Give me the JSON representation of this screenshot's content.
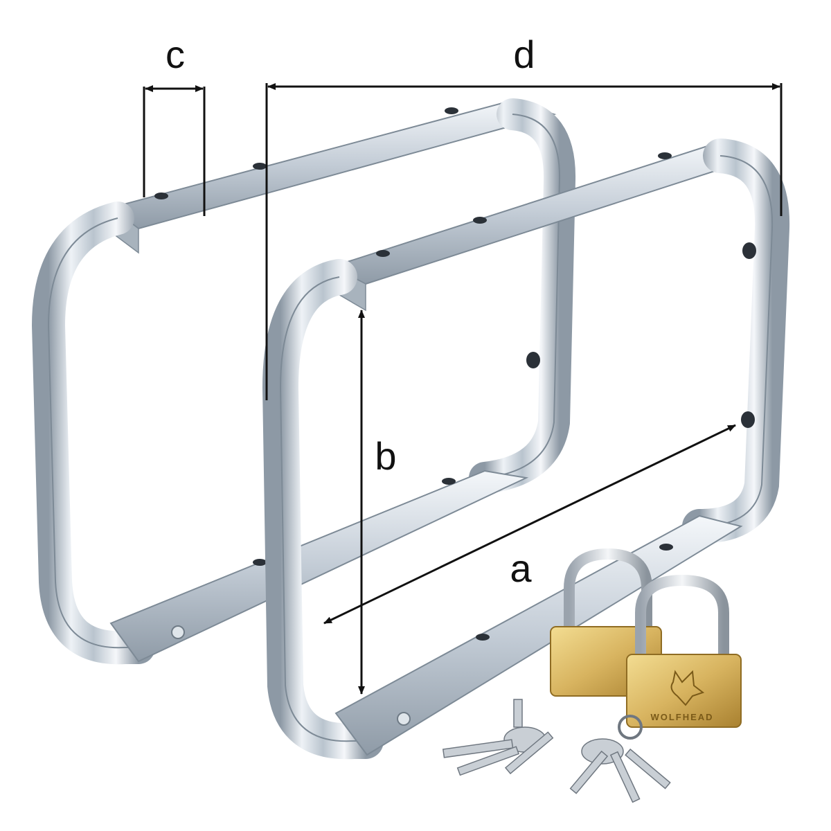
{
  "dimensions": {
    "a": "a",
    "b": "b",
    "c": "c",
    "d": "d"
  },
  "padlock": {
    "brand": "WOLFHEAD"
  },
  "colors": {
    "steel_light": "#f2f5f8",
    "steel_mid": "#c9d2db",
    "steel_dark": "#7d8a96",
    "brass_light": "#f0d98a",
    "brass_dark": "#b08a35",
    "dimension_line": "#111111"
  }
}
